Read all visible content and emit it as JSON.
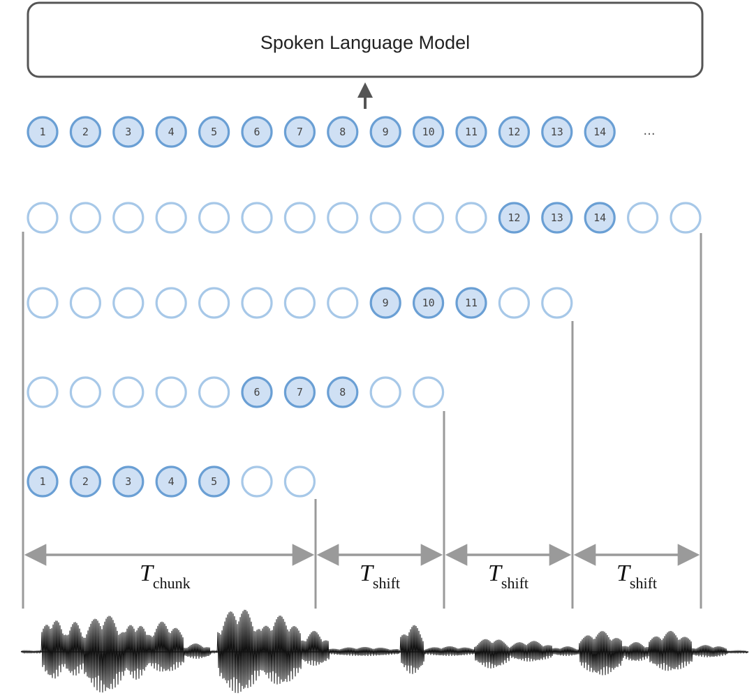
{
  "model": {
    "label": "Spoken Language Model"
  },
  "output_row": {
    "tokens": [
      "1",
      "2",
      "3",
      "4",
      "5",
      "6",
      "7",
      "8",
      "9",
      "10",
      "11",
      "12",
      "13",
      "14"
    ],
    "ellipsis": "..."
  },
  "chunks": [
    {
      "row": 4,
      "length": 16,
      "filled_start": 11,
      "tokens": [
        "12",
        "13",
        "14"
      ]
    },
    {
      "row": 3,
      "length": 13,
      "filled_start": 8,
      "tokens": [
        "9",
        "10",
        "11"
      ]
    },
    {
      "row": 2,
      "length": 10,
      "filled_start": 5,
      "tokens": [
        "6",
        "7",
        "8"
      ]
    },
    {
      "row": 1,
      "length": 7,
      "filled_start": 0,
      "tokens": [
        "1",
        "2",
        "3",
        "4",
        "5"
      ]
    }
  ],
  "intervals": [
    {
      "main": "T",
      "sub": "chunk"
    },
    {
      "main": "T",
      "sub": "shift"
    },
    {
      "main": "T",
      "sub": "shift"
    },
    {
      "main": "T",
      "sub": "shift"
    }
  ],
  "colors": {
    "filled_fill": "#cfe0f4",
    "filled_stroke": "#6a9fd4",
    "empty_stroke": "#a7c8e8",
    "guide": "#9a9a9a",
    "arrow": "#555555",
    "wave": "#111111"
  }
}
